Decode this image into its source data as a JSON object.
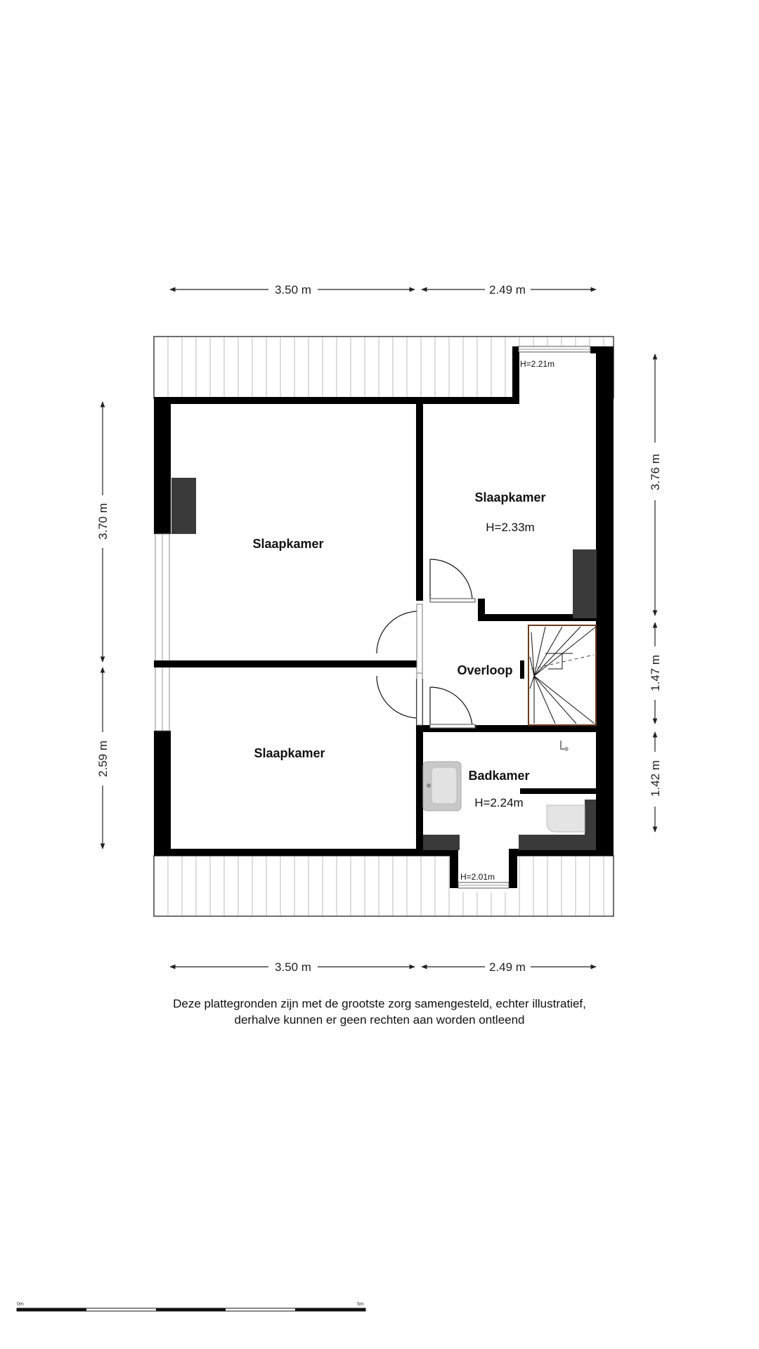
{
  "dimensions": {
    "top_left": "3.50 m",
    "top_right": "2.49 m",
    "bottom_left": "3.50 m",
    "bottom_right": "2.49 m",
    "left_upper": "3.70 m",
    "left_lower": "2.59 m",
    "right_upper": "3.76 m",
    "right_middle": "1.47 m",
    "right_lower": "1.42 m"
  },
  "rooms": {
    "bedroom_left_top": {
      "name": "Slaapkamer"
    },
    "bedroom_left_bottom": {
      "name": "Slaapkamer"
    },
    "bedroom_right": {
      "name": "Slaapkamer",
      "height": "H=2.33m"
    },
    "landing": {
      "name": "Overloop"
    },
    "bathroom": {
      "name": "Badkamer",
      "height": "H=2.24m"
    }
  },
  "dormers": {
    "top_window_height": "H=2.21m",
    "bottom_window_height": "H=2.01m"
  },
  "disclaimer": {
    "line1": "Deze plattegronden zijn met de grootste zorg samengesteld, echter illustratief,",
    "line2": "derhalve kunnen er geen rechten aan worden ontleend"
  },
  "scale_bar": {
    "start_label": "0m",
    "end_label": "5m"
  },
  "colors": {
    "wall": "#000000",
    "roof_tile_line": "#bbbbbb",
    "fixture_dark": "#3a3a3a",
    "sanitary_grey": "#cfcfcf"
  }
}
